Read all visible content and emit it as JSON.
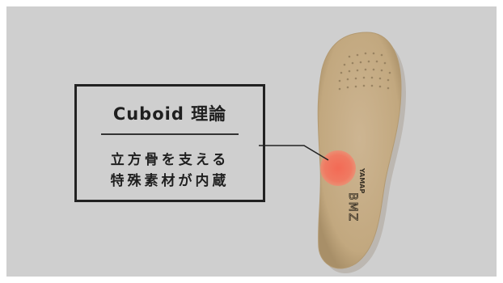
{
  "callout": {
    "title": "Cuboid 理論",
    "line1": "立方骨を支える",
    "line2": "特殊素材が内蔵"
  },
  "insole": {
    "brand": "YAMAP",
    "logo": "BMZ"
  },
  "colors": {
    "background": "#cfcfcf",
    "insole": "#c9b08a",
    "highlight": "#f0705a",
    "frame": "#222222"
  }
}
